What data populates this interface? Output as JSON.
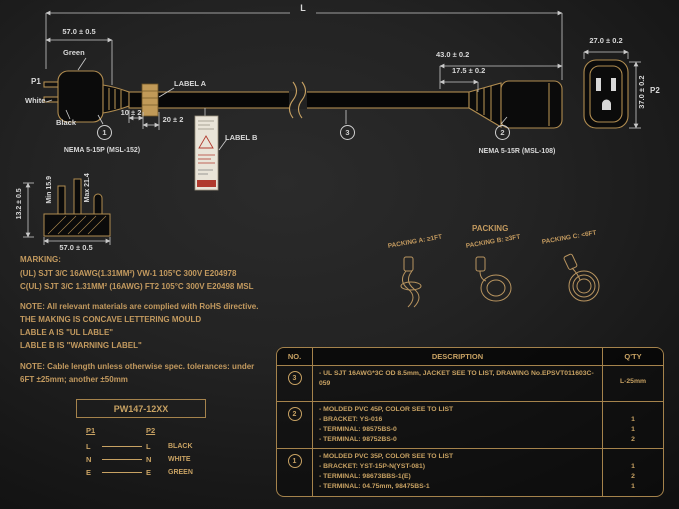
{
  "colors": {
    "accent_gold": "#c8a263",
    "background": "#1e1e1e",
    "text_white": "#d9d9d9",
    "label_red": "#b03a2e"
  },
  "diagram": {
    "cable_length_label": "L",
    "plug_width": "57.0 ± 0.5",
    "connector_length": "43.0 ± 0.2",
    "boot_length": "17.5 ± 0.2",
    "p2_width": "27.0 ± 0.2",
    "p2_height": "37.0 ± 0.2",
    "label_a_offset": "10 ± 2",
    "label_a_width": "20 ± 2",
    "p1": "P1",
    "p2": "P2",
    "wire_green": "Green",
    "wire_white": "White",
    "wire_black": "Black",
    "label_a": "LABEL A",
    "label_b": "LABEL B",
    "nema_plug": "NEMA 5-15P (MSL-152)",
    "nema_receptacle": "NEMA 5-15R (MSL-108)",
    "callout_1": "1",
    "callout_2": "2",
    "callout_3": "3"
  },
  "plug_face": {
    "blade_min": "Min 15.9",
    "blade_max": "Max 21.4",
    "height": "13.2 ± 0.5",
    "width": "57.0 ± 0.5"
  },
  "packing": {
    "title": "PACKING",
    "option_a": "PACKING A: ≥1FT",
    "option_b": "PACKING B: ≥3FT",
    "option_c": "PACKING C: <6FT"
  },
  "marking": {
    "title": "MARKING:",
    "line1": "(UL) SJT 3/C 16AWG(1.31MM²) VW-1 105°C 300V E204978",
    "line2": "C(UL) SJT 3/C 1.31MM² (16AWG) FT2 105°C 300V E20498 MSL"
  },
  "notes": {
    "rohs": "NOTE: All relevant materials are complied with RoHS directive.",
    "mould": "THE MAKING IS CONCAVE LETTERING MOULD",
    "label_a": "LABLE A IS \"UL LABLE\"",
    "label_b": "LABLE B IS \"WARNING LABEL\"",
    "length1": "NOTE: Cable length unless otherwise spec. tolerances: under",
    "length2": "6FT ±25mm; another ±50mm"
  },
  "wiring": {
    "title": "PW147-12XX",
    "col_left": "P1",
    "col_right": "P2",
    "rows": [
      {
        "from": "L",
        "to": "L",
        "color": "BLACK"
      },
      {
        "from": "N",
        "to": "N",
        "color": "WHITE"
      },
      {
        "from": "E",
        "to": "E",
        "color": "GREEN"
      }
    ]
  },
  "spec_table": {
    "headers": {
      "no": "NO.",
      "description": "DESCRIPTION",
      "qty": "Q'TY"
    },
    "rows": [
      {
        "no": "3",
        "lines": [
          {
            "text": "- UL SJT 16AWG*3C OD 8.5mm, JACKET SEE TO LIST, DRAWING No.EPSVT011603C-059",
            "qty": "L-25mm"
          }
        ]
      },
      {
        "no": "2",
        "lines": [
          {
            "text": "- MOLDED PVC 45P, COLOR SEE TO LIST",
            "qty": ""
          },
          {
            "text": "- BRACKET: YS-016",
            "qty": "1"
          },
          {
            "text": "- TERMINAL: 98575BS-0",
            "qty": "1"
          },
          {
            "text": "- TERMINAL: 98752BS-0",
            "qty": "2"
          }
        ]
      },
      {
        "no": "1",
        "lines": [
          {
            "text": "- MOLDED PVC 35P, COLOR SEE TO LIST",
            "qty": ""
          },
          {
            "text": "- BRACKET: YST-15P-N(YST-081)",
            "qty": "1"
          },
          {
            "text": "- TERMINAL: 98673BBS-1(E)",
            "qty": "2"
          },
          {
            "text": "- TERMINAL: 04.75mm, 98475BS-1",
            "qty": "1"
          }
        ]
      }
    ]
  }
}
